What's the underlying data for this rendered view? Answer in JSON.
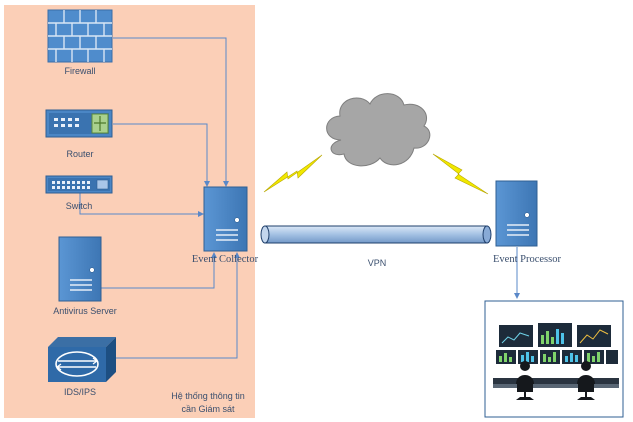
{
  "nodes": {
    "firewall": "Firewall",
    "router": "Router",
    "switch": "Switch",
    "antivirus": "Antivirus Server",
    "ids": "IDS/IPS",
    "collector": "Event Collector",
    "processor": "Event Processor",
    "vpn": "VPN"
  },
  "zone_label": {
    "line1": "Hệ thống thông tin",
    "line2": "cần Giám sát"
  },
  "icons": {
    "firewall": "brick-wall-icon",
    "router": "router-icon",
    "switch": "switch-icon",
    "antivirus": "server-tower-icon",
    "ids": "ids-ips-icon",
    "collector": "server-tower-icon",
    "processor": "server-tower-icon",
    "cloud": "cloud-icon",
    "bolt": "lightning-bolt-icon",
    "monitor": "monitoring-center-icon"
  },
  "colors": {
    "zone_fill": "#fbcfb7",
    "device_blue": "#4a86c5",
    "connector": "#5a88c8",
    "cloud": "#a6a6a6",
    "bolt": "#f1e800"
  }
}
